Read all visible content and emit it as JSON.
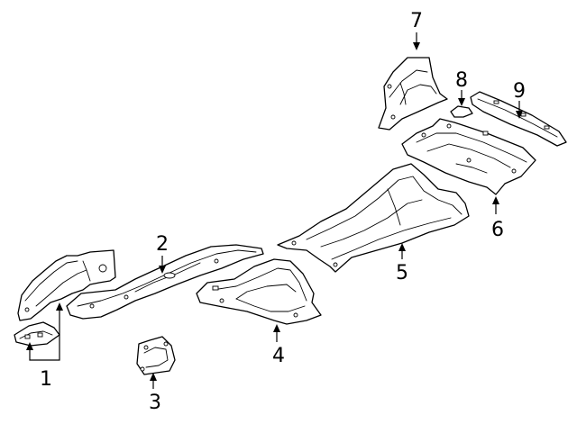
{
  "diagram": {
    "callouts": [
      {
        "id": "1",
        "label": "1"
      },
      {
        "id": "2",
        "label": "2"
      },
      {
        "id": "3",
        "label": "3"
      },
      {
        "id": "4",
        "label": "4"
      },
      {
        "id": "5",
        "label": "5"
      },
      {
        "id": "6",
        "label": "6"
      },
      {
        "id": "7",
        "label": "7"
      },
      {
        "id": "8",
        "label": "8"
      },
      {
        "id": "9",
        "label": "9"
      }
    ],
    "colors": {
      "line": "#000000",
      "fill": "#ffffff"
    }
  }
}
